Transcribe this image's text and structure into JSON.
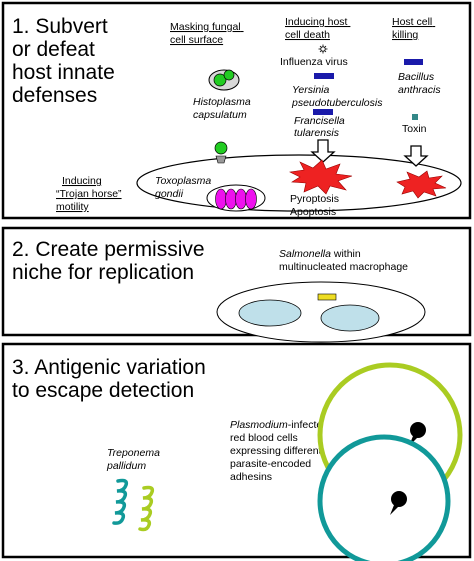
{
  "panel1": {
    "title_lines": [
      "1. Subvert",
      "or defeat",
      "host innate",
      "defenses"
    ],
    "headers": {
      "masking": [
        "Masking fungal",
        "cell surface"
      ],
      "death": [
        "Inducing host",
        "cell death"
      ],
      "killing": [
        "Host cell",
        "killing"
      ]
    },
    "labels": {
      "influenza": "Influenza virus",
      "yersinia": [
        "Yersinia",
        "pseudotuberculosis"
      ],
      "francisella": [
        "Francisella",
        "tularensis"
      ],
      "bacillus": [
        "Bacillus",
        "anthracis"
      ],
      "toxin": "Toxin",
      "histoplasma": [
        "Histoplasma",
        "capsulatum"
      ],
      "trojan": [
        "Inducing",
        "“Trojan horse”",
        "motility"
      ],
      "toxoplasma": [
        "Toxoplasma",
        "gondii"
      ],
      "pyroptosis": "Pyroptosis",
      "apoptosis": "Apoptosis"
    }
  },
  "panel2": {
    "title_lines": [
      "2. Create permissive",
      "niche for replication"
    ],
    "salmonella": "Salmonella",
    "salmonella_rest": " within",
    "macrophage": "multinucleated macrophage"
  },
  "panel3": {
    "title_lines": [
      "3. Antigenic variation",
      "to escape detection"
    ],
    "treponema": [
      "Treponema",
      "pallidum"
    ],
    "plasmodium": "Plasmodium",
    "plasmodium_rest": "-infected",
    "rbc_lines": [
      "red blood cells",
      "expressing different",
      "parasite-encoded",
      "adhesins"
    ]
  },
  "colors": {
    "fungus_green": "#22cc22",
    "rod_blue": "#1a1aaa",
    "toxin_teal": "#338888",
    "burst_red": "#ee2222",
    "toxoplasma_magenta": "#ee11ee",
    "nucleus_blue": "#bfe0ea",
    "salmonella_yellow": "#eedd22",
    "rbc_lime": "#aacc22",
    "rbc_teal": "#119999"
  }
}
